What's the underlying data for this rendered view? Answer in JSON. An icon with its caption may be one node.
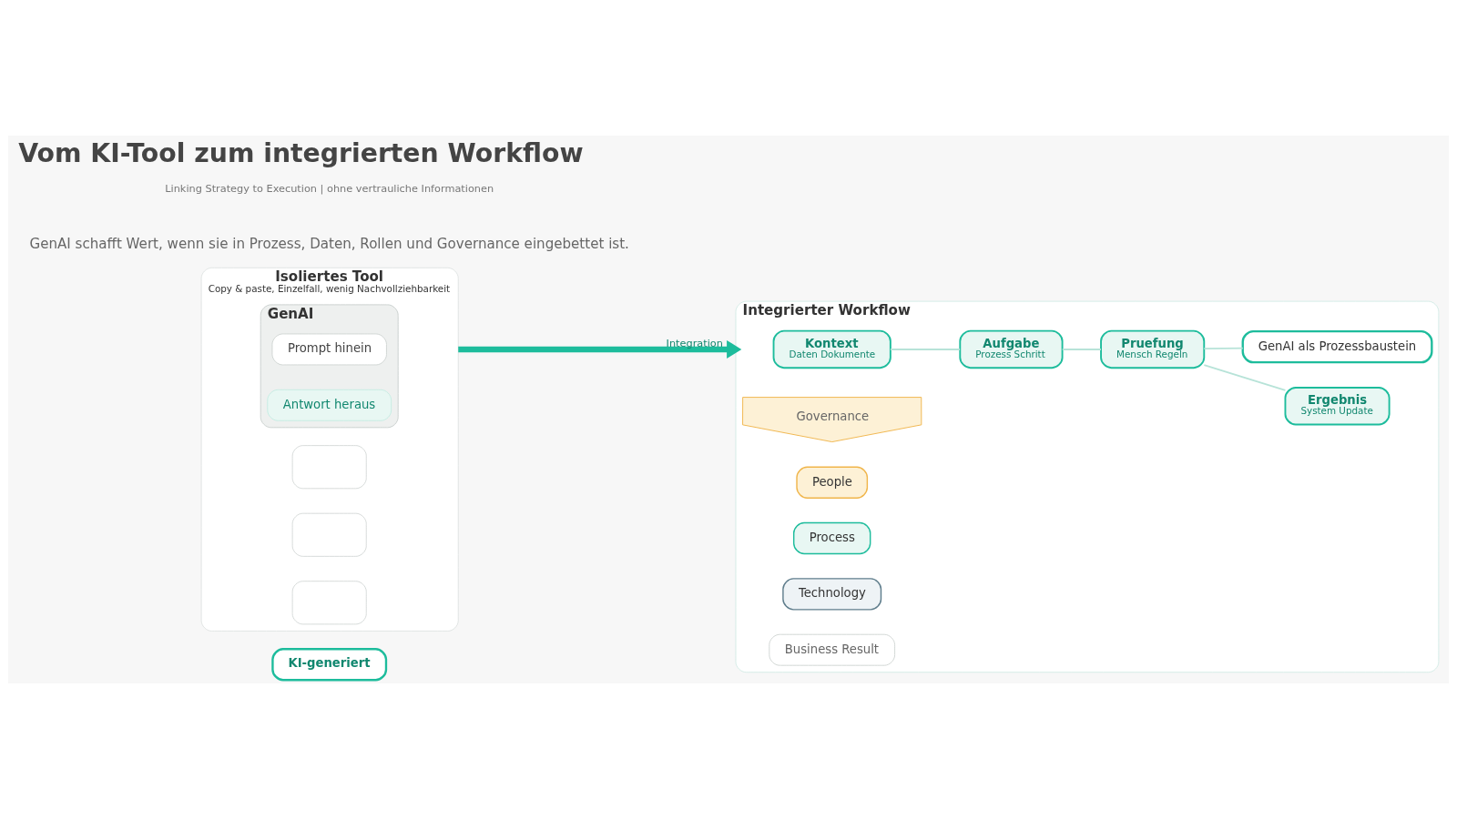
{
  "diagram": {
    "title": "Vom KI-Tool zum integrierten Workflow",
    "caption": "Linking Strategy to Execution | ohne vertrauliche Informationen",
    "nodes": [
      {
        "text": [
          "KI-generiert"
        ]
      },
      {
        "text": [
          "Isoliertes Tool",
          "Copy & paste, Einzelfall, wenig Nachvollziehbarkeit"
        ]
      },
      {
        "text": [
          "GenAI"
        ],
        "in": 1
      },
      {
        "text": [
          "Prompt hinein"
        ],
        "in": 2
      },
      {
        "text": [
          "Antwort heraus"
        ],
        "in": 2
      },
      {
        "text": [],
        "shape": "box",
        "in": 1
      },
      {
        "text": [],
        "shape": "box",
        "in": 1
      },
      {
        "text": [],
        "shape": "box",
        "in": 1
      },
      {
        "text": [
          "Integrierter Workflow"
        ]
      },
      {
        "text": [
          "Kontext",
          "Daten Dokumente"
        ],
        "in": 8
      },
      {
        "text": [
          "Aufgabe",
          "Prozess Schritt"
        ],
        "in": 8
      },
      {
        "text": [
          "Pruefung",
          "Mensch Regeln"
        ],
        "in": 8
      },
      {
        "text": [
          "Ergebnis",
          "System Update"
        ],
        "in": 8
      },
      {
        "text": [
          "Governance"
        ],
        "in": 8
      },
      {
        "text": [
          "GenAI als Prozessbaustein"
        ],
        "in": 8
      },
      {
        "text": [
          "People"
        ],
        "in": 8
      },
      {
        "text": [
          "Process"
        ],
        "in": 8
      },
      {
        "text": [
          "Technology"
        ],
        "in": 8
      },
      {
        "text": [
          "Business Result"
        ],
        "in": 8
      }
    ],
    "edges": [
      {
        "from": 9,
        "to": 10,
        "arrow": "none"
      },
      {
        "from": 10,
        "to": 11,
        "arrow": "none"
      },
      {
        "from": 11,
        "to": 12,
        "arrow": "none"
      },
      {
        "from": 11,
        "to": 14,
        "arrow": "none"
      },
      {
        "from": 1,
        "to": 8,
        "arrow": "to",
        "label": "Integration",
        "style": "thick",
        "color": "#1dbc9c"
      }
    ],
    "labels": [
      "GenAI schafft Wert, wenn sie in Prozess, Daten, Rollen und Governance eingebettet ist."
    ]
  }
}
